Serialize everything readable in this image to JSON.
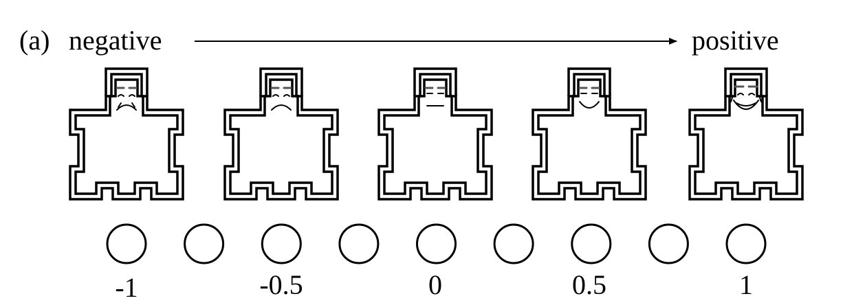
{
  "panel_label": "(a)",
  "scale": {
    "left_label": "negative",
    "right_label": "positive"
  },
  "figures": [
    {
      "id": "very-negative",
      "expression": "frown-strong"
    },
    {
      "id": "negative",
      "expression": "frown"
    },
    {
      "id": "neutral",
      "expression": "neutral"
    },
    {
      "id": "positive",
      "expression": "smile"
    },
    {
      "id": "very-positive",
      "expression": "grin"
    }
  ],
  "rating_circles": 9,
  "tick_labels": [
    "-1",
    "-0.5",
    "0",
    "0.5",
    "1"
  ]
}
